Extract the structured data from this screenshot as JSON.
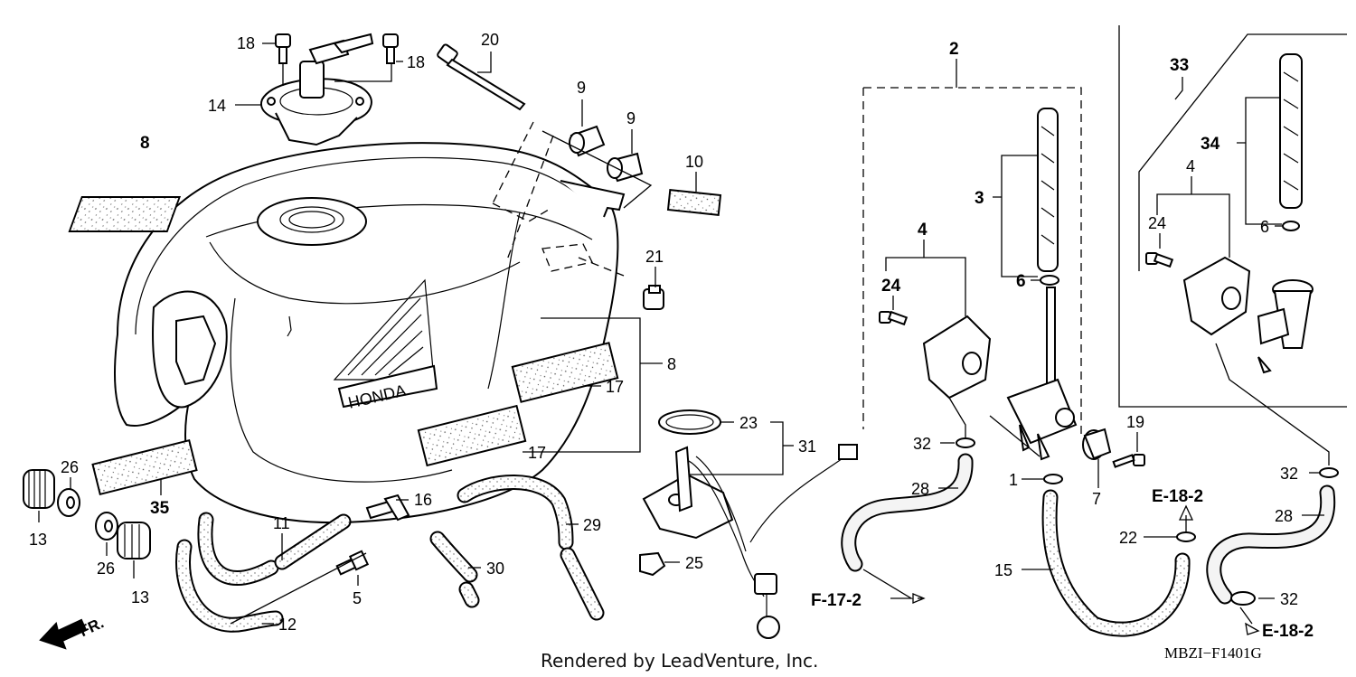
{
  "diagram_code": "MBZI−F1401G",
  "credit": "Rendered by LeadVenture, Inc.",
  "front_marker": "FR.",
  "callouts": {
    "c1": "1",
    "c2": "2",
    "c3": "3",
    "c4a": "4",
    "c4b": "4",
    "c5": "5",
    "c6a": "6",
    "c6b": "6",
    "c7": "7",
    "c8a": "8",
    "c8b": "8",
    "c9a": "9",
    "c9b": "9",
    "c10": "10",
    "c11": "11",
    "c12": "12",
    "c13a": "13",
    "c13b": "13",
    "c14": "14",
    "c15": "15",
    "c16": "16",
    "c17a": "17",
    "c17b": "17",
    "c18a": "18",
    "c18b": "18",
    "c19": "19",
    "c20": "20",
    "c21": "21",
    "c22": "22",
    "c23": "23",
    "c24a": "24",
    "c24b": "24",
    "c25": "25",
    "c26a": "26",
    "c26b": "26",
    "c28a": "28",
    "c28b": "28",
    "c29": "29",
    "c30": "30",
    "c31": "31",
    "c32a": "32",
    "c32b": "32",
    "c32c": "32",
    "c33": "33",
    "c34": "34",
    "c35": "35"
  },
  "references": {
    "e18_top": "E-18-2",
    "e18_bottom": "E-18-2",
    "f17": "F-17-2"
  },
  "tank_badge": "HONDA"
}
